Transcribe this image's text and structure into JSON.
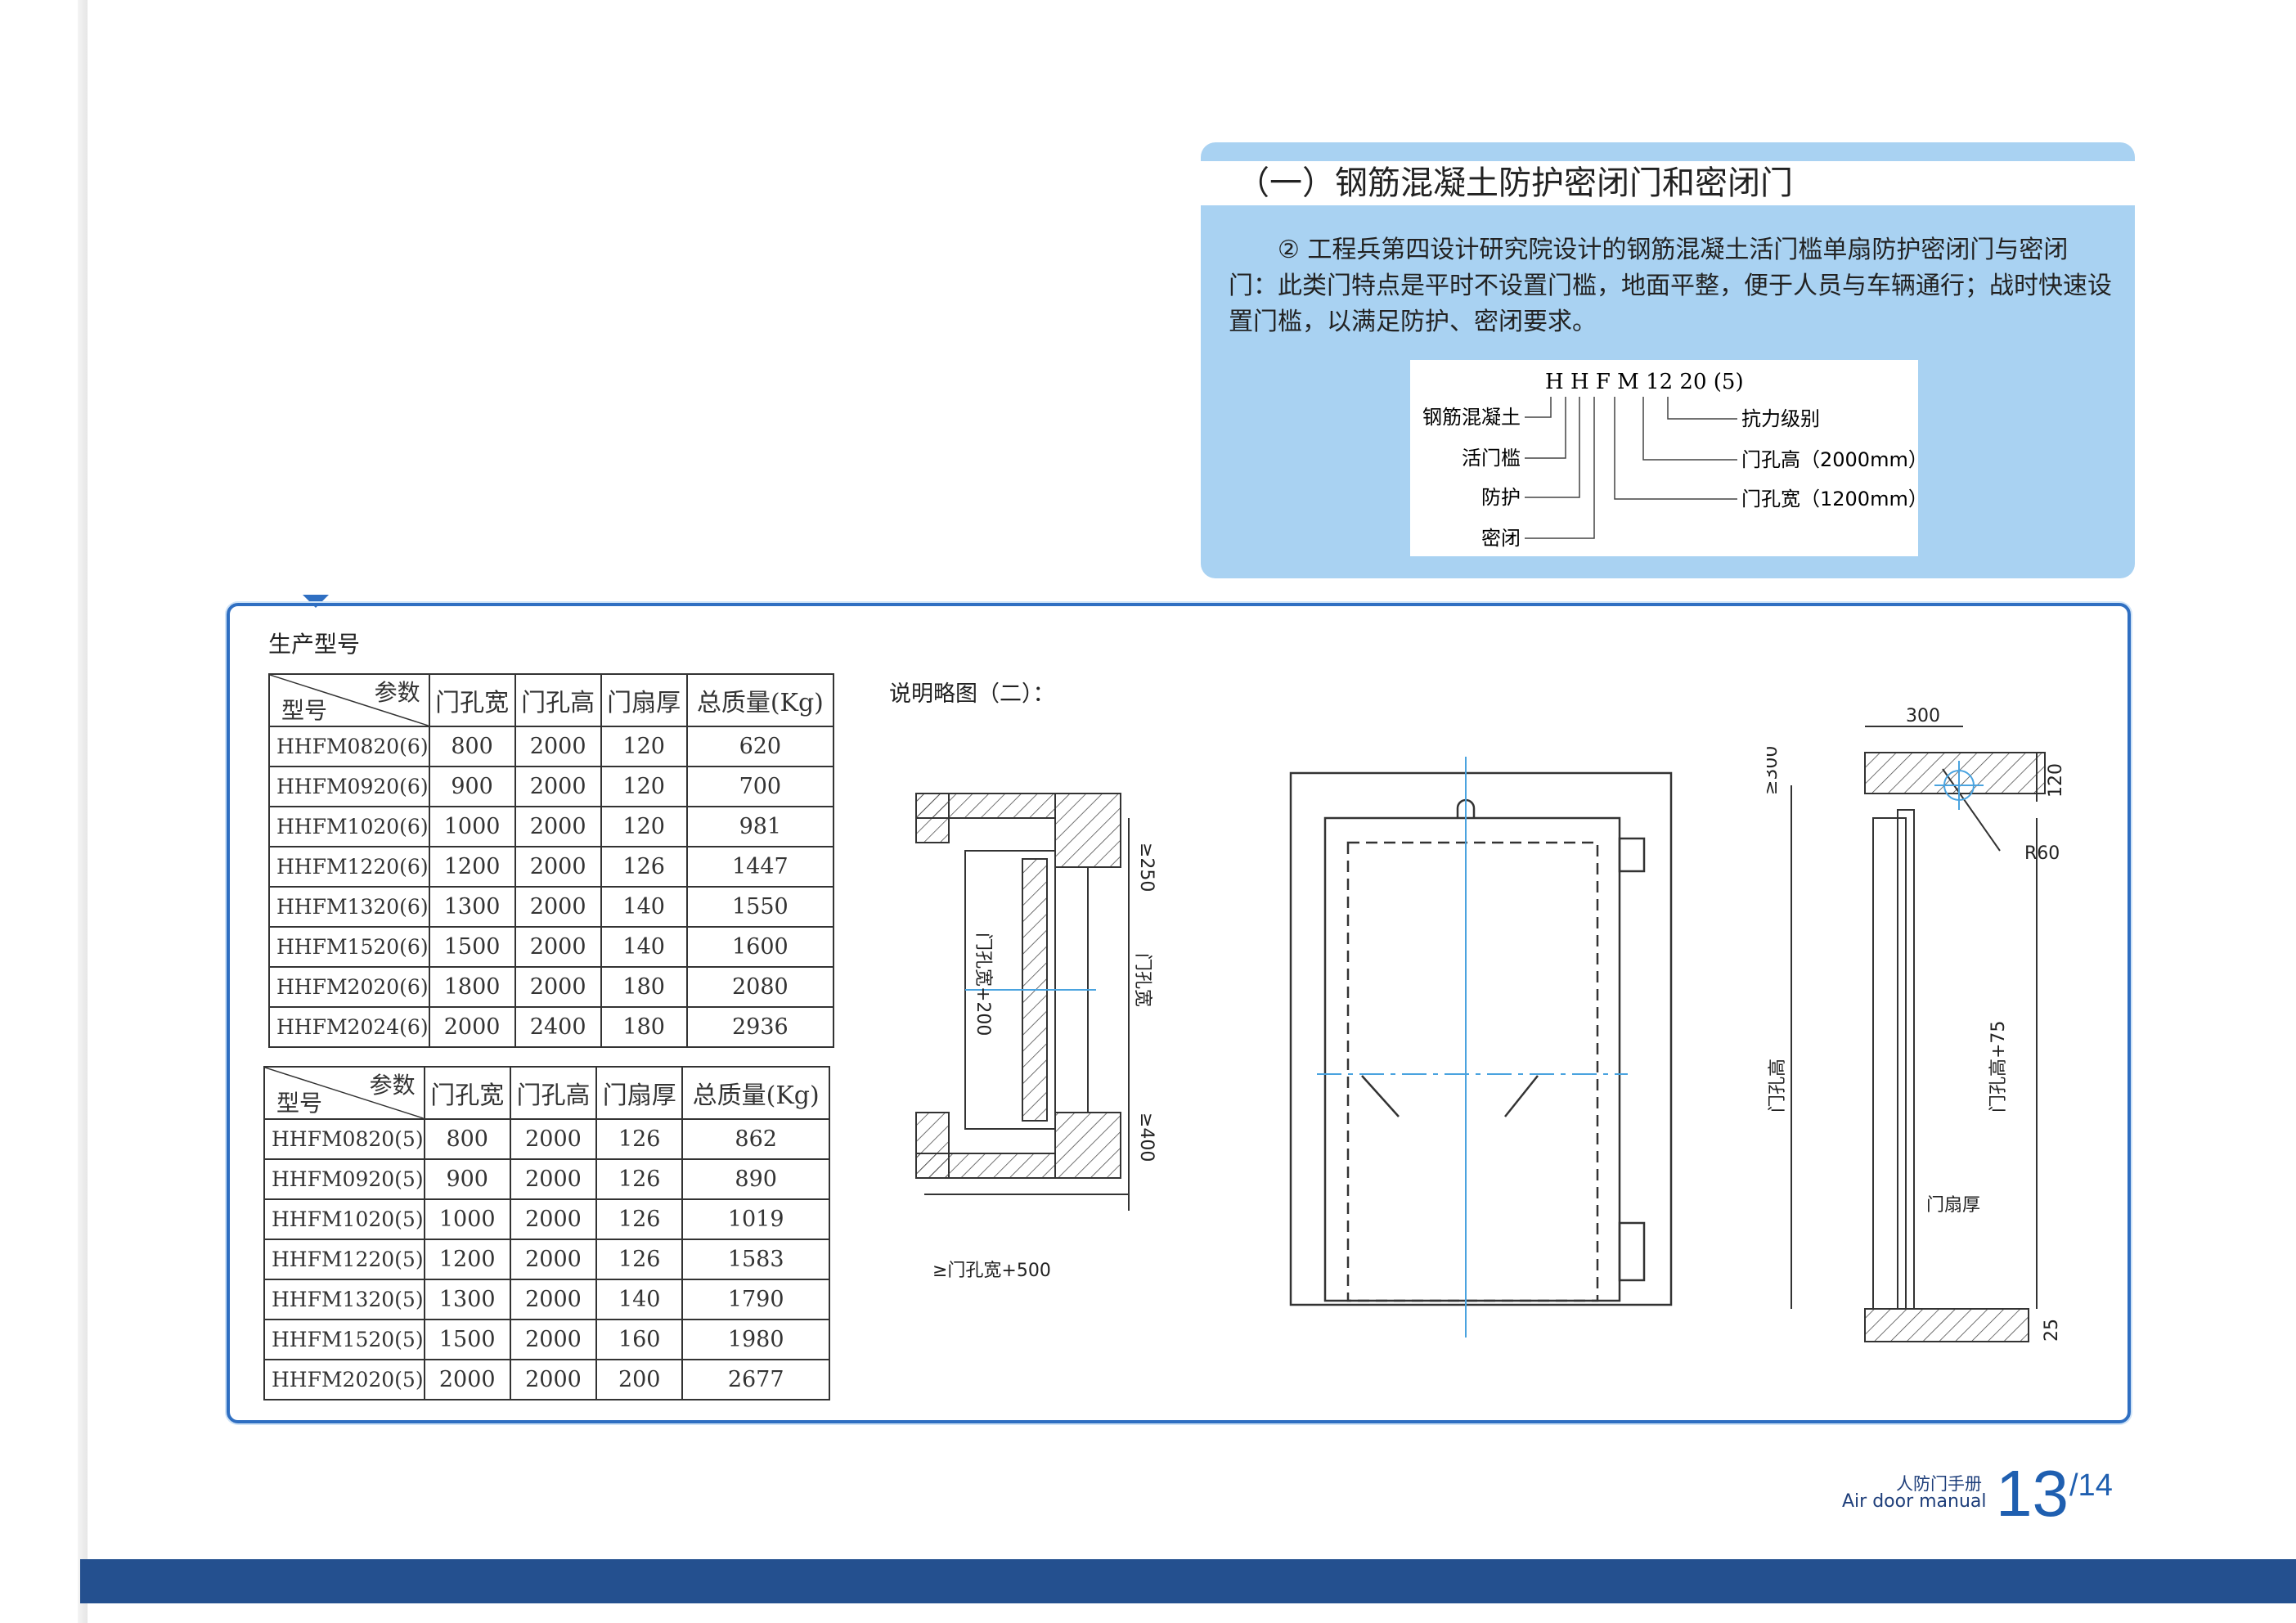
{
  "header": {
    "title": "（一）钢筋混凝土防护密闭门和密闭门",
    "paragraph": "② 工程兵第四设计研究院设计的钢筋混凝土活门槛单扇防护密闭门与密闭门：此类门特点是平时不设置门槛，地面平整，便于人员与车辆通行；战时快速设置门槛，以满足防护、密闭要求。"
  },
  "code": {
    "code": "H H F M 12 20 (5)",
    "left": [
      "钢筋混凝土",
      "活门槛",
      "防护",
      "密闭"
    ],
    "right": [
      "抗力级别",
      "门孔高（2000mm）",
      "门孔宽（1200mm）"
    ]
  },
  "section_label": "生产型号",
  "table_header": {
    "param": "参数",
    "model": "型号",
    "cols": [
      "门孔宽",
      "门孔高",
      "门扇厚",
      "总质量(Kg)"
    ]
  },
  "table1": [
    [
      "HHFM0820(6)",
      "800",
      "2000",
      "120",
      "620"
    ],
    [
      "HHFM0920(6)",
      "900",
      "2000",
      "120",
      "700"
    ],
    [
      "HHFM1020(6)",
      "1000",
      "2000",
      "120",
      "981"
    ],
    [
      "HHFM1220(6)",
      "1200",
      "2000",
      "126",
      "1447"
    ],
    [
      "HHFM1320(6)",
      "1300",
      "2000",
      "140",
      "1550"
    ],
    [
      "HHFM1520(6)",
      "1500",
      "2000",
      "140",
      "1600"
    ],
    [
      "HHFM2020(6)",
      "1800",
      "2000",
      "180",
      "2080"
    ],
    [
      "HHFM2024(6)",
      "2000",
      "2400",
      "180",
      "2936"
    ]
  ],
  "table2": [
    [
      "HHFM0820(5)",
      "800",
      "2000",
      "126",
      "862"
    ],
    [
      "HHFM0920(5)",
      "900",
      "2000",
      "126",
      "890"
    ],
    [
      "HHFM1020(5)",
      "1000",
      "2000",
      "126",
      "1019"
    ],
    [
      "HHFM1220(5)",
      "1200",
      "2000",
      "126",
      "1583"
    ],
    [
      "HHFM1320(5)",
      "1300",
      "2000",
      "140",
      "1790"
    ],
    [
      "HHFM1520(5)",
      "1500",
      "2000",
      "160",
      "1980"
    ],
    [
      "HHFM2020(5)",
      "2000",
      "2000",
      "200",
      "2677"
    ]
  ],
  "illustration": {
    "title": "说明略图（二）：",
    "plan": {
      "top": "≥250",
      "bottom": "≥400",
      "width": "门孔宽",
      "inner": "门孔宽+200",
      "total": "≥门孔宽+500"
    },
    "section": {
      "top": "300",
      "left_top": "≥300",
      "right_top": "120",
      "radius": "R60",
      "height": "门孔高",
      "height_plus": "门孔高+75",
      "thickness": "门扇厚",
      "bottom": "25"
    }
  },
  "footer": {
    "cn": "人防门手册",
    "en": "Air door manual",
    "page": "13",
    "total": "/14"
  },
  "colors": {
    "accent": "#2f6fc2",
    "header_bg": "#a9d2f2",
    "band": "#24508f"
  }
}
